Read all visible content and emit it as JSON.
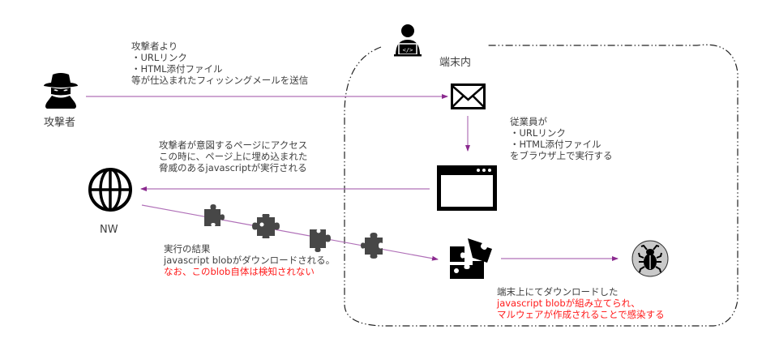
{
  "colors": {
    "arrow": "#8b2a8f",
    "arrow_light": "#b070b8",
    "text": "#404040",
    "alert": "#ff1a1a",
    "icon": "#000000",
    "puzzle": "#474747",
    "bug_bg": "#c9c9c9"
  },
  "actors": {
    "attacker_label": "攻撃者",
    "network_label": "NW",
    "endpoint_label": "端末内"
  },
  "icons": {
    "attacker": "spy-hat-icon",
    "network": "globe-icon",
    "developer": "developer-laptop-icon",
    "mail": "envelope-icon",
    "browser": "browser-window-icon",
    "puzzle_piece": "puzzle-piece-icon",
    "puzzle_assembled": "puzzle-assembled-icon",
    "malware": "bug-icon"
  },
  "notes": {
    "phishing": [
      "攻撃者より",
      "・URLリンク",
      "・HTML添付ファイル",
      "等が仕込まれたフィッシングメールを送信"
    ],
    "employee": [
      "従業員が",
      "・URLリンク",
      "・HTML添付ファイル",
      "をブラウザ上で実行する"
    ],
    "access": [
      "攻撃者が意図するページにアクセス",
      "この時に、ページ上に埋め込まれた",
      "脅威のあるjavascriptが実行される"
    ],
    "download": [
      "実行の結果",
      "javascript blobがダウンロードされる。"
    ],
    "download_alert": "なお、このblob自体は検知されない",
    "assemble": "端末上にてダウンロードした",
    "assemble_alert": [
      "javascript blobが組み立てられ、",
      "マルウェアが作成されることで感染する"
    ]
  }
}
